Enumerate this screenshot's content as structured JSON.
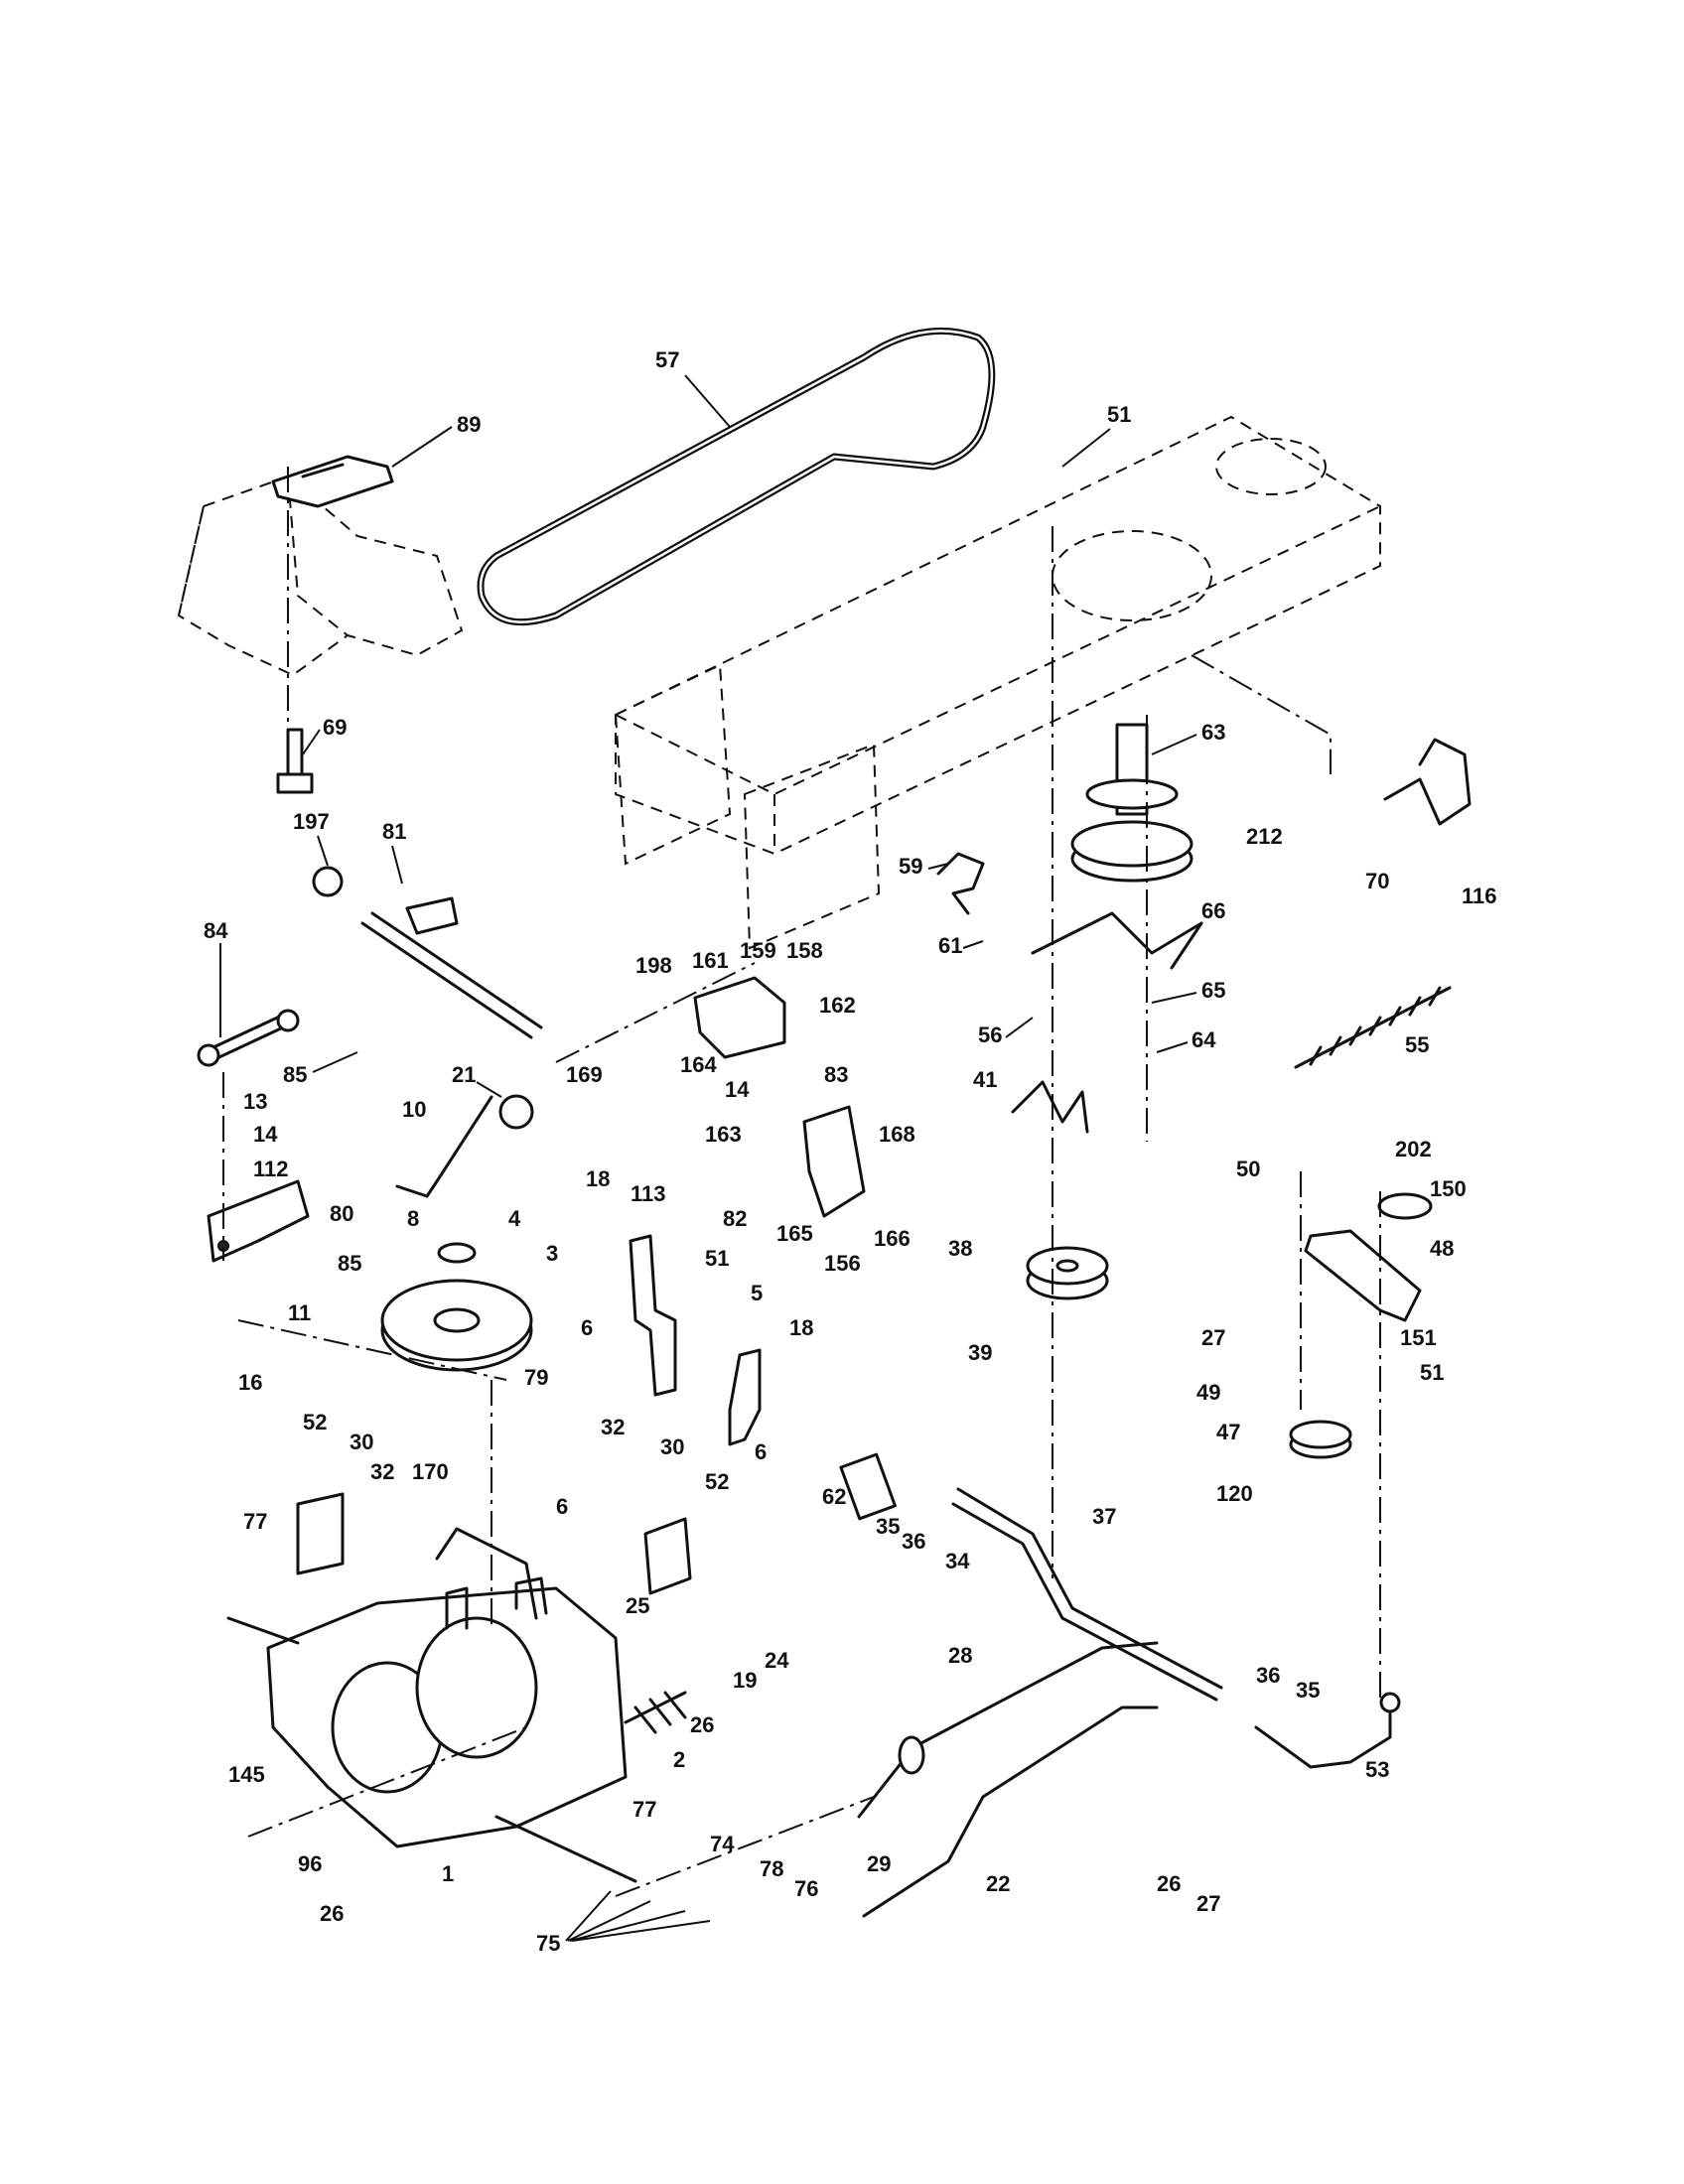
{
  "callouts": {
    "c1": "1",
    "c2": "2",
    "c3": "3",
    "c4": "4",
    "c5": "5",
    "c6": "6",
    "c8": "8",
    "c10": "10",
    "c11": "11",
    "c13": "13",
    "c14": "14",
    "c16": "16",
    "c18": "18",
    "c19": "19",
    "c21": "21",
    "c22": "22",
    "c24": "24",
    "c25": "25",
    "c26": "26",
    "c27": "27",
    "c28": "28",
    "c29": "29",
    "c30": "30",
    "c32": "32",
    "c34": "34",
    "c35": "35",
    "c36": "36",
    "c37": "37",
    "c38": "38",
    "c39": "39",
    "c41": "41",
    "c47": "47",
    "c48": "48",
    "c49": "49",
    "c50": "50",
    "c51": "51",
    "c52": "52",
    "c53": "53",
    "c55": "55",
    "c56": "56",
    "c57": "57",
    "c59": "59",
    "c61": "61",
    "c62": "62",
    "c63": "63",
    "c64": "64",
    "c65": "65",
    "c66": "66",
    "c69": "69",
    "c70": "70",
    "c74": "74",
    "c75": "75",
    "c76": "76",
    "c77": "77",
    "c78": "78",
    "c79": "79",
    "c80": "80",
    "c81": "81",
    "c82": "82",
    "c83": "83",
    "c84": "84",
    "c85": "85",
    "c89": "89",
    "c96": "96",
    "c112": "112",
    "c113": "113",
    "c116": "116",
    "c120": "120",
    "c145": "145",
    "c150": "150",
    "c151": "151",
    "c156": "156",
    "c158": "158",
    "c159": "159",
    "c161": "161",
    "c162": "162",
    "c163": "163",
    "c164": "164",
    "c165": "165",
    "c166": "166",
    "c168": "168",
    "c169": "169",
    "c170": "170",
    "c197": "197",
    "c198": "198",
    "c202": "202",
    "c212": "212"
  }
}
